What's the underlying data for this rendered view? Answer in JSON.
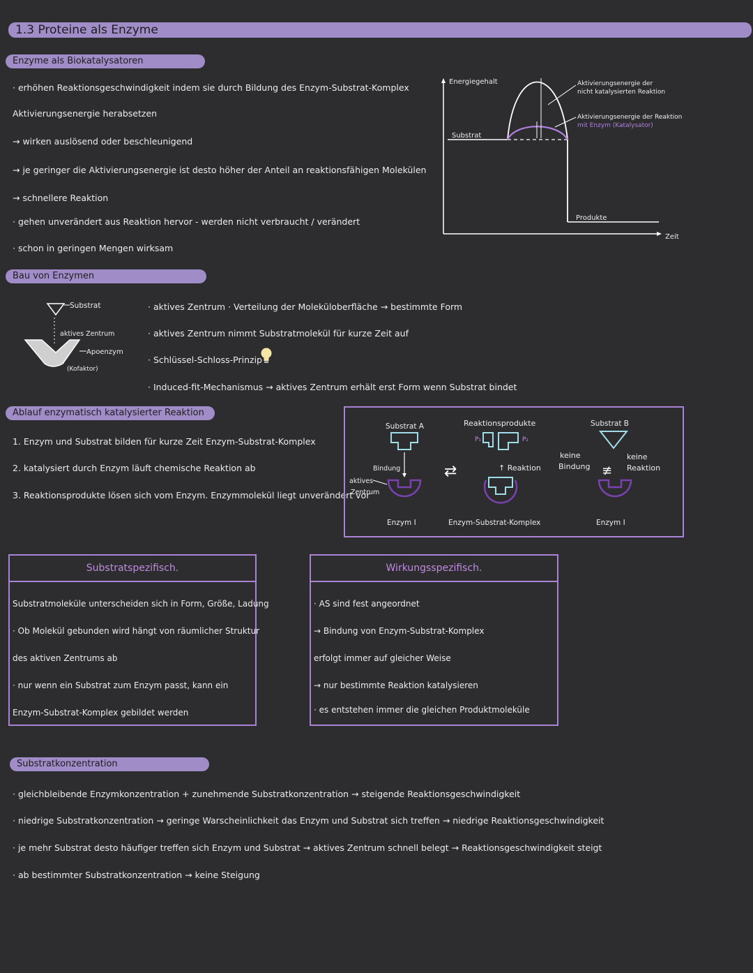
{
  "page_title": "1.3 Proteine als Enzyme",
  "sec_bio": {
    "heading": "Enzyme als Biokatalysatoren",
    "lines": [
      "· erhöhen Reaktionsgeschwindigkeit indem sie durch Bildung des Enzym-Substrat-Komplex",
      "Aktivierungsenergie herabsetzen",
      "→ wirken auslösend oder beschleunigend",
      "→ je geringer die Aktivierungsenergie ist desto höher der Anteil an reaktionsfähigen Molekülen",
      "→ schnellere Reaktion",
      "· gehen unverändert aus Reaktion hervor - werden nicht verbraucht / verändert",
      "· schon in geringen Mengen wirksam"
    ]
  },
  "energy_chart": {
    "y_label": "Energiegehalt",
    "x_label": "Zeit",
    "substrat_label": "Substrat",
    "produkte_label": "Produkte",
    "annotation_1": [
      "Aktivierungsenergie der",
      "nicht katalysierten Reaktion"
    ],
    "annotation_2": [
      "Aktivierungsenergie der Reaktion",
      "mit Enzym (Katalysator)"
    ],
    "color_uncatalysed": "#ffffff",
    "color_catalysed": "#b07fe0"
  },
  "sec_bau": {
    "heading": "Bau von Enzymen",
    "diagram_labels": {
      "substrat": "Substrat",
      "aktives_zentrum": "aktives Zentrum",
      "apoenzym": "Apoenzym",
      "kofaktor": "(Kofaktor)"
    },
    "lines": [
      "· aktives Zentrum   · Verteilung der Moleküloberfläche → bestimmte Form",
      "· aktives Zentrum nimmt Substratmolekül für kurze Zeit auf",
      "· Schlüssel-Schloss-Prinzip",
      "· Induced-fit-Mechanismus   → aktives Zentrum erhält erst Form wenn Substrat bindet"
    ]
  },
  "sec_ablauf": {
    "heading": "Ablauf enzymatisch katalysierter Reaktion",
    "steps": [
      "1. Enzym und Substrat bilden für kurze Zeit Enzym-Substrat-Komplex",
      "2. katalysiert durch Enzym läuft chemische Reaktion ab",
      "3. Reaktionsprodukte lösen sich vom Enzym. Enzymmolekül liegt unverändert vor"
    ],
    "diagram": {
      "substrat_a": "Substrat A",
      "reaktionsprodukte": "Reaktionsprodukte",
      "p1": "P₁",
      "p2": "P₂",
      "substrat_b": "Substrat B",
      "bindung": "Bindung",
      "aktives_zentrum": [
        "aktives",
        "Zentrum"
      ],
      "reaktion": "↑ Reaktion",
      "keine_bindung": [
        "keine",
        "Bindung"
      ],
      "keine_reaktion": [
        "keine",
        "Reaktion"
      ],
      "enzym_1": "Enzym I",
      "komplex": "Enzym-Substrat-Komplex",
      "enzym_2": "Enzym I"
    }
  },
  "box_substrat": {
    "title": "Substratspezifisch.",
    "lines": [
      "Substratmoleküle unterscheiden sich in Form, Größe, Ladung",
      "· Ob Molekül gebunden wird hängt von räumlicher Struktur",
      "des aktiven Zentrums ab",
      "· nur wenn ein Substrat zum Enzym passt, kann ein",
      "Enzym-Substrat-Komplex gebildet werden"
    ]
  },
  "box_wirkung": {
    "title": "Wirkungsspezifisch.",
    "lines": [
      "· AS sind fest angeordnet",
      "→ Bindung von Enzym-Substrat-Komplex",
      "erfolgt immer auf gleicher Weise",
      "→ nur bestimmte Reaktion katalysieren",
      "· es entstehen immer die gleichen Produktmoleküle"
    ]
  },
  "sec_konz": {
    "heading": "Substratkonzentration",
    "lines": [
      "· gleichbleibende Enzymkonzentration  +  zunehmende Substratkonzentration   → steigende Reaktionsgeschwindigkeit",
      "· niedrige Substratkonzentration → geringe Warscheinlichkeit das Enzym und Substrat sich treffen  → niedrige Reaktionsgeschwindigkeit",
      "· je mehr Substrat desto häufiger treffen sich Enzym und Substrat → aktives Zentrum schnell belegt → Reaktionsgeschwindigkeit steigt",
      "· ab bestimmter Substratkonzentration → keine Steigung"
    ]
  }
}
